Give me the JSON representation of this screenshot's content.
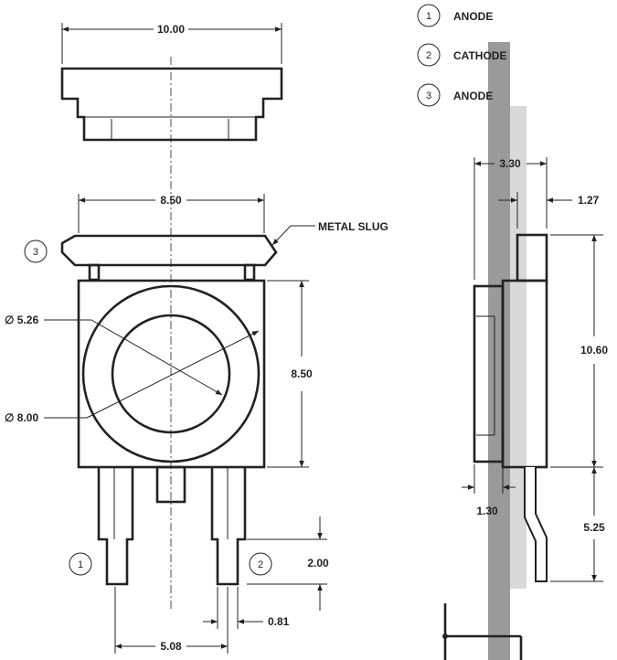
{
  "legend": [
    {
      "number": "1",
      "label": "ANODE"
    },
    {
      "number": "2",
      "label": "CATHODE"
    },
    {
      "number": "3",
      "label": "ANODE"
    }
  ],
  "dimensions": {
    "top_width": "10.00",
    "lens_width": "8.50",
    "body_height": "8.50",
    "inner_diameter": "∅ 5.26",
    "outer_diameter": "∅ 8.00",
    "lead_pitch": "5.08",
    "lead_width": "0.81",
    "lead_step": "2.00",
    "side_depth": "3.30",
    "side_lead": "1.27",
    "side_height": "10.60",
    "side_body": "1.30",
    "side_tail": "5.25"
  },
  "callouts": {
    "metal_slug": "METAL SLUG",
    "pin1": "1",
    "pin2": "2",
    "pin3": "3"
  }
}
